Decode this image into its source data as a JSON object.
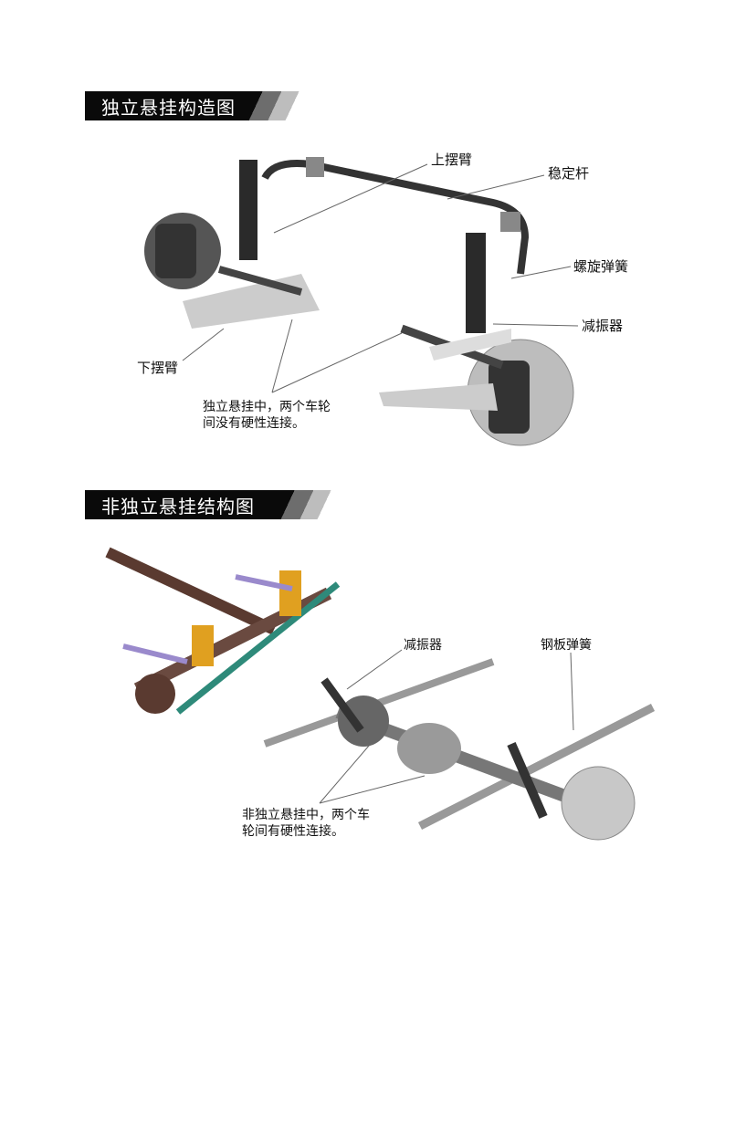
{
  "section1": {
    "title": "独立悬挂构造图",
    "labels": {
      "upper_arm": "上摆臂",
      "stabilizer_bar": "稳定杆",
      "coil_spring": "螺旋弹簧",
      "shock_absorber": "减振器",
      "lower_arm": "下摆臂"
    },
    "caption_line1": "独立悬挂中，两个车轮",
    "caption_line2": "间没有硬性连接。"
  },
  "section2": {
    "title": "非独立悬挂结构图",
    "labels": {
      "shock_absorber": "减振器",
      "leaf_spring": "钢板弹簧"
    },
    "caption_line1": "非独立悬挂中，两个车",
    "caption_line2": "轮间有硬性连接。"
  }
}
